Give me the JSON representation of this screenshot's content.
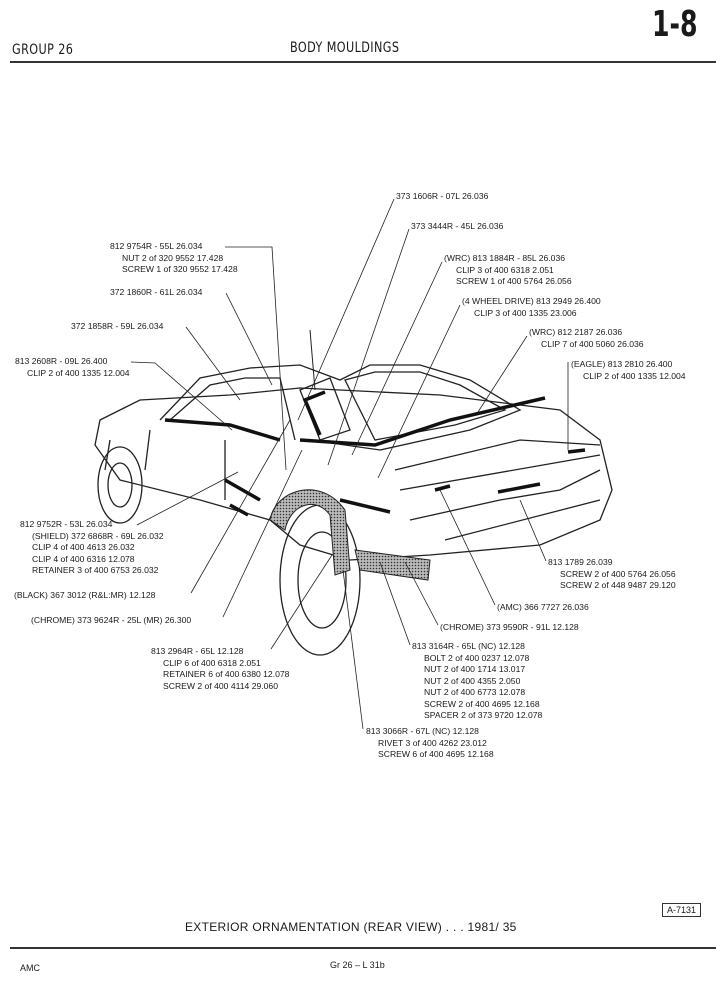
{
  "header": {
    "group": "GROUP 26",
    "title": "BODY MOULDINGS",
    "page_mark": "1-8"
  },
  "callouts": {
    "c1": [
      "373 1606R - 07L  26.036"
    ],
    "c2": [
      "373 3444R - 45L  26.036"
    ],
    "c3": [
      "(WRC) 813 1884R - 85L  26.036",
      "CLIP 3 of 400 6318  2.051",
      "SCREW 1 of 400 5764  26.056"
    ],
    "c4": [
      "(4 WHEEL DRIVE) 813 2949  26.400",
      "CLIP 3 of 400 1335  23.006"
    ],
    "c5": [
      "(WRC) 812 2187  26.036",
      "CLIP 7 of 400 5060  26.036"
    ],
    "c6": [
      "(EAGLE) 813 2810  26.400",
      "CLIP 2 of 400 1335  12.004"
    ],
    "c7": [
      "812 9754R - 55L  26.034",
      "NUT 2 of 320 9552  17.428",
      "SCREW 1 of 320 9552  17.428"
    ],
    "c8": [
      "372 1860R - 61L  26.034"
    ],
    "c9": [
      "372 1858R - 59L  26.034"
    ],
    "c10": [
      "813 2608R - 09L  26.400",
      "CLIP 2 of 400 1335  12.004"
    ],
    "c11": [
      "812 9752R - 53L  26.034",
      "(SHIELD) 372 6868R - 69L  26.032",
      "CLIP 4 of 400 4613  26.032",
      "CLIP 4 of 400 6316  12.078",
      "RETAINER 3 of 400 6753  26.032"
    ],
    "c12": [
      "(BLACK) 367 3012 (R&L:MR)  12.128"
    ],
    "c13": [
      "(CHROME) 373 9624R - 25L (MR)  26.300"
    ],
    "c14": [
      "813 2964R - 65L  12.128",
      "CLIP 6 of 400 6318  2.051",
      "RETAINER 6 of 400 6380  12.078",
      "SCREW 2 of 400 4114  29.060"
    ],
    "c15": [
      "813 1789  26.039",
      "SCREW  2 of  400 5764  26.056",
      "SCREW  2 of  448 9487  29.120"
    ],
    "c16": [
      "(AMC) 366 7727  26.036"
    ],
    "c17": [
      "(CHROME) 373 9590R - 91L  12.128"
    ],
    "c18": [
      "813 3164R - 65L (NC)  12.128",
      "BOLT  2 of  400 0237  12.078",
      "NUT  2 of  400 1714  13.017",
      "NUT  2 of  400 4355  2.050",
      "NUT  2 of  400 6773  12.078",
      "SCREW  2 of  400 4695  12.168",
      "SPACER  2 of  373 9720  12.078"
    ],
    "c19": [
      "813 3066R - 67L (NC)  12.128",
      "RIVET 3 of 400 4262  23.012",
      "SCREW 6 of 400 4695  12.168"
    ]
  },
  "figure_number": "A-7131",
  "caption": "EXTERIOR ORNAMENTATION (REAR VIEW) . . . 1981/  35",
  "footer": {
    "left": "AMC",
    "center": "Gr 26  –  L 31b"
  }
}
